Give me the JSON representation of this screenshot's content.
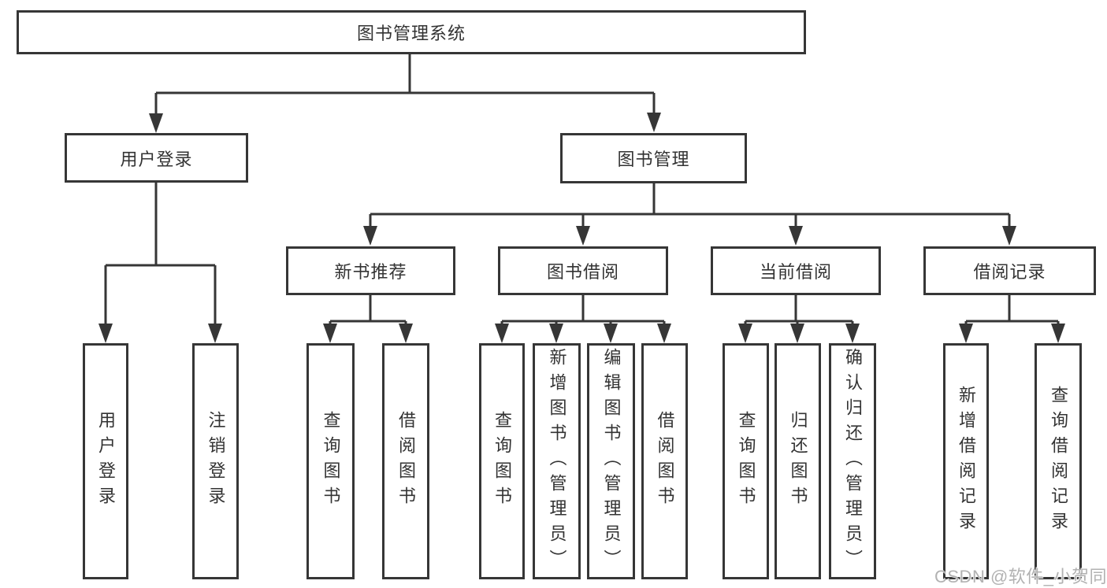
{
  "diagram": {
    "title": "图书管理系统",
    "kind": "functional-structure-tree",
    "line_color": "#363636",
    "text_color": "#333333",
    "background_color": "#ffffff",
    "watermark": "CSDN @软件_小贺同学"
  },
  "nodes": {
    "root": {
      "label": "图书管理系统"
    },
    "user_login": {
      "label": "用户登录"
    },
    "book_mgmt": {
      "label": "图书管理"
    },
    "new_book_rec": {
      "label": "新书推荐"
    },
    "book_borrow": {
      "label": "图书借阅"
    },
    "current_borrow": {
      "label": "当前借阅"
    },
    "borrow_record": {
      "label": "借阅记录"
    },
    "leaf_user_login": {
      "label": "用户登录"
    },
    "leaf_logout": {
      "label": "注销登录"
    },
    "leaf_query_book_rec": {
      "label": "查询图书"
    },
    "leaf_borrow_book_rec": {
      "label": "借阅图书"
    },
    "leaf_query_book_borrow": {
      "label": "查询图书"
    },
    "leaf_add_book": {
      "label": "新增图书（管理员）"
    },
    "leaf_edit_book": {
      "label": "编辑图书（管理员）"
    },
    "leaf_borrow_book_borrow": {
      "label": "借阅图书"
    },
    "leaf_query_book_current": {
      "label": "查询图书"
    },
    "leaf_return_book": {
      "label": "归还图书"
    },
    "leaf_confirm_return": {
      "label": "确认归还（管理员）"
    },
    "leaf_add_record": {
      "label": "新增借阅记录"
    },
    "leaf_query_record": {
      "label": "查询借阅记录"
    }
  },
  "hierarchy": {
    "图书管理系统": {
      "用户登录": [
        "用户登录",
        "注销登录"
      ],
      "图书管理": {
        "新书推荐": [
          "查询图书",
          "借阅图书"
        ],
        "图书借阅": [
          "查询图书",
          "新增图书（管理员）",
          "编辑图书（管理员）",
          "借阅图书"
        ],
        "当前借阅": [
          "查询图书",
          "归还图书",
          "确认归还（管理员）"
        ],
        "借阅记录": [
          "新增借阅记录",
          "查询借阅记录"
        ]
      }
    }
  }
}
